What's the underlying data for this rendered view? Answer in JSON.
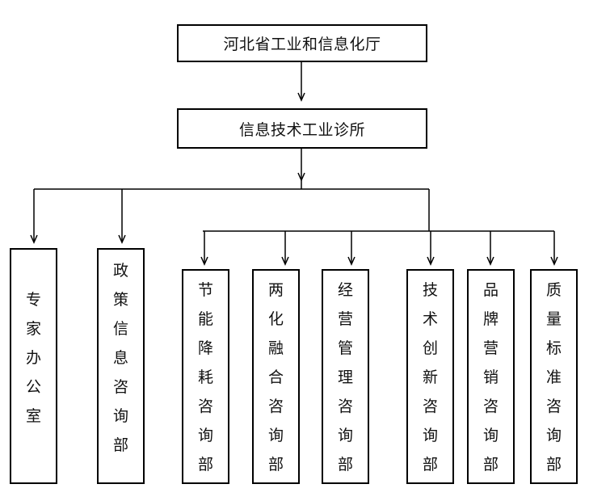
{
  "org": {
    "top": "河北省工业和信息化厅",
    "second": "信息技术工业诊所",
    "units": [
      {
        "id": "experts",
        "label": "专家办公室"
      },
      {
        "id": "policy",
        "label": "政策信息咨询部"
      },
      {
        "id": "energy",
        "label": "节能降耗咨询部"
      },
      {
        "id": "integration",
        "label": "两化融合咨询部"
      },
      {
        "id": "management",
        "label": "经营管理咨询部"
      },
      {
        "id": "innovation",
        "label": "技术创新咨询部"
      },
      {
        "id": "brand",
        "label": "品牌营销咨询部"
      },
      {
        "id": "quality",
        "label": "质量标准咨询部"
      }
    ]
  }
}
